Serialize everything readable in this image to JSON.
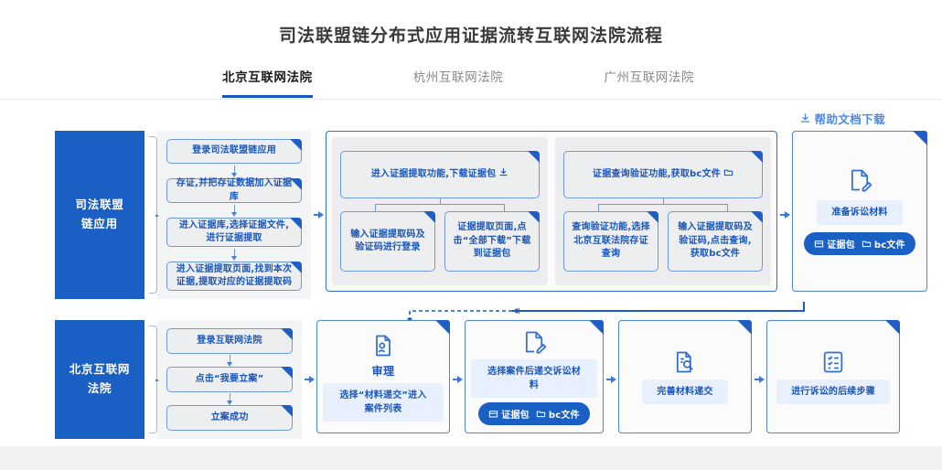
{
  "header": {
    "title": "司法联盟链分布式应用证据流转互联网法院流程",
    "tabs": [
      {
        "label": "北京互联网法院",
        "active": true
      },
      {
        "label": "杭州互联网法院",
        "active": false
      },
      {
        "label": "广州互联网法院",
        "active": false
      }
    ],
    "help_link": "帮助文档下载",
    "help_icon": "download-icon"
  },
  "colors": {
    "brand_blue": "#1a5fc4",
    "border_blue": "#4f84d8",
    "text_blue": "#1a56b8",
    "panel_gray": "#f3f4f6",
    "box_gray": "#eceef0"
  },
  "row1": {
    "side_label_line1": "司法联盟",
    "side_label_line2": "链应用",
    "steps": [
      {
        "text": "登录司法联盟链应用"
      },
      {
        "text": "存证,并把存证数据加入证据库"
      },
      {
        "text": "进入证据库,选择证据文件,进行证据提取"
      },
      {
        "text": "进入证据提取页面,找到本次证据,提取对应的证据提取码"
      }
    ],
    "groups": [
      {
        "head": "进入证据提取功能,下载证据包",
        "head_icon": "download-icon",
        "children": [
          {
            "text": "输入证据提取码及验证码进行登录"
          },
          {
            "text": "证据提取页面,点击“全部下载”下载到证据包"
          }
        ]
      },
      {
        "head": "证据查询验证功能,获取bc文件",
        "head_icon": "folder-icon",
        "children": [
          {
            "text": "查询验证功能,选择北京互联法院存证查询"
          },
          {
            "text": "输入证据提取码及验证码,点击查询,获取bc文件"
          }
        ]
      }
    ],
    "result_card": {
      "icon": "edit-document-icon",
      "chip": "准备诉讼材料",
      "pill": [
        {
          "icon": "package-icon",
          "label": "证据包"
        },
        {
          "icon": "folder-icon",
          "label": "bc文件"
        }
      ]
    }
  },
  "row2": {
    "side_label_line1": "北京互联网",
    "side_label_line2": "法院",
    "steps": [
      {
        "text": "登录互联网法院"
      },
      {
        "text": "点击“我要立案”"
      },
      {
        "text": "立案成功"
      }
    ],
    "cards": [
      {
        "icon": "review-document-icon",
        "heading": "审理",
        "chip": "选择“材料递交”进入案件列表",
        "pill": []
      },
      {
        "icon": "edit-document-icon",
        "heading": "",
        "chip": "选择案件后递交诉讼材料",
        "pill": [
          {
            "icon": "package-icon",
            "label": "证据包"
          },
          {
            "icon": "folder-icon",
            "label": "bc文件"
          }
        ]
      },
      {
        "icon": "document-search-icon",
        "heading": "",
        "chip": "完善材料递交",
        "pill": []
      },
      {
        "icon": "checklist-icon",
        "heading": "",
        "chip": "进行诉讼的后续步骤",
        "pill": []
      }
    ]
  }
}
